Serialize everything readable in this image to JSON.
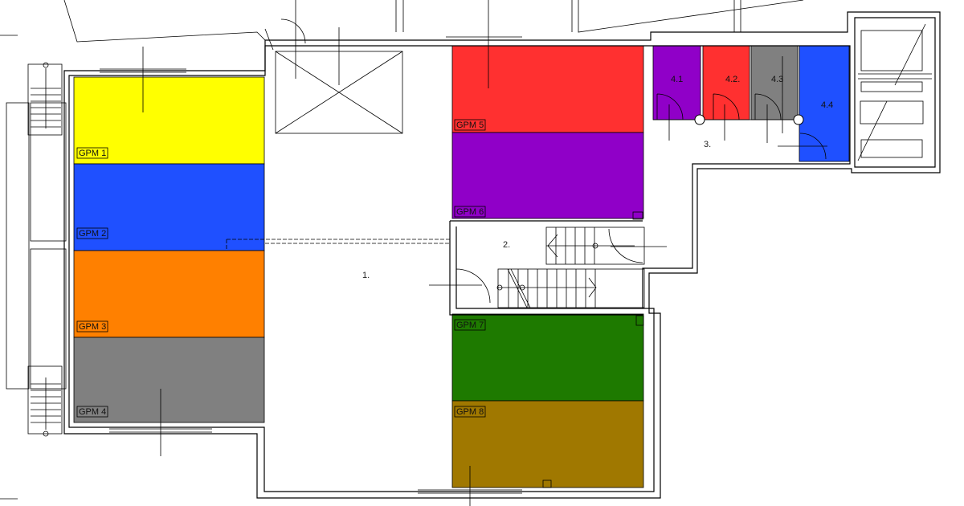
{
  "rooms": [
    {
      "id": "gpm1",
      "label": "GPM 1",
      "color": "#ffff00"
    },
    {
      "id": "gpm2",
      "label": "GPM 2",
      "color": "#1f50ff"
    },
    {
      "id": "gpm3",
      "label": "GPM 3",
      "color": "#ff8000"
    },
    {
      "id": "gpm4",
      "label": "GPM 4",
      "color": "#808080"
    },
    {
      "id": "gpm5",
      "label": "GPM 5",
      "color": "#ff3030"
    },
    {
      "id": "gpm6",
      "label": "GPM 6",
      "color": "#9000c8"
    },
    {
      "id": "gpm7",
      "label": "GPM 7",
      "color": "#1e7a00"
    },
    {
      "id": "gpm8",
      "label": "GPM 8",
      "color": "#a07800"
    },
    {
      "id": "r41",
      "label": "4.1",
      "color": "#9000c8"
    },
    {
      "id": "r42",
      "label": "4.2.",
      "color": "#ff3030"
    },
    {
      "id": "r43",
      "label": "4.3",
      "color": "#808080"
    },
    {
      "id": "r44",
      "label": "4.4",
      "color": "#1f50ff"
    }
  ],
  "spaces": {
    "s1": "1.",
    "s2": "2.",
    "s3": "3."
  }
}
